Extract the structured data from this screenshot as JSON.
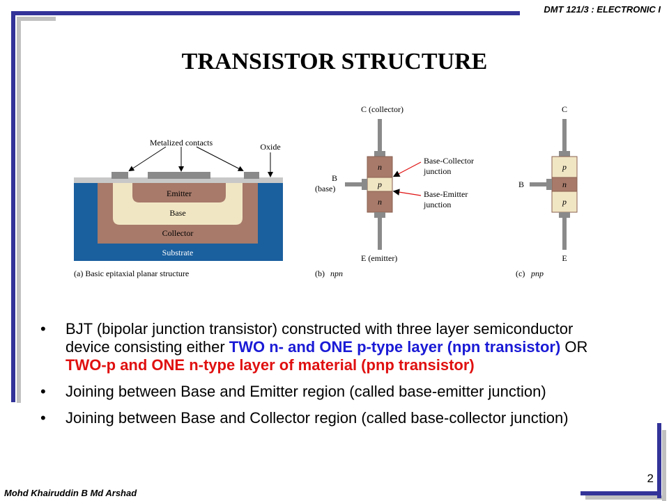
{
  "header": {
    "course_code": "DMT 121/3 : ELECTRONIC I"
  },
  "slide": {
    "title": "TRANSISTOR STRUCTURE",
    "page_number": "2"
  },
  "footer": {
    "author": "Mohd Khairuddin B Md Arshad"
  },
  "figure": {
    "a": {
      "metalized_contacts": "Metalized contacts",
      "oxide": "Oxide",
      "emitter": "Emitter",
      "base": "Base",
      "collector": "Collector",
      "substrate": "Substrate",
      "caption": "(a) Basic epitaxial planar structure"
    },
    "b": {
      "collector": "C (collector)",
      "base_b": "B",
      "base_label": "(base)",
      "layer_top": "n",
      "layer_mid": "p",
      "layer_bottom": "n",
      "bc_junction_1": "Base-Collector",
      "bc_junction_2": "junction",
      "be_junction_1": "Base-Emitter",
      "be_junction_2": "junction",
      "emitter": "E (emitter)",
      "caption_prefix": "(b)",
      "caption_name": "npn"
    },
    "c": {
      "collector": "C",
      "base": "B",
      "layer_top": "p",
      "layer_mid": "n",
      "layer_bottom": "p",
      "emitter": "E",
      "caption_prefix": "(c)",
      "caption_name": "pnp"
    }
  },
  "bullets": {
    "b1_text1": "BJT (bipolar junction transistor) constructed with three layer semiconductor device consisting either ",
    "b1_blue": "TWO n- and ONE p-type layer (npn transistor)",
    "b1_or": " OR ",
    "b1_red": "TWO-p and ONE n-type layer of material (pnp transistor)",
    "b2": "Joining between Base and Emitter region (called base-emitter junction)",
    "b3": "Joining between Base and Collector region (called base-collector junction)",
    "marker": "•"
  },
  "colors": {
    "frame_navy": "#333399",
    "frame_gray": "#c0c0c0",
    "substrate_blue": "#1a5f9e",
    "collector_brown": "#a77a6a",
    "base_cream": "#f1e6c4",
    "emitter_brown": "#a77a6a",
    "npn_blue": "#1a1ad6",
    "pnp_red": "#e01010"
  }
}
